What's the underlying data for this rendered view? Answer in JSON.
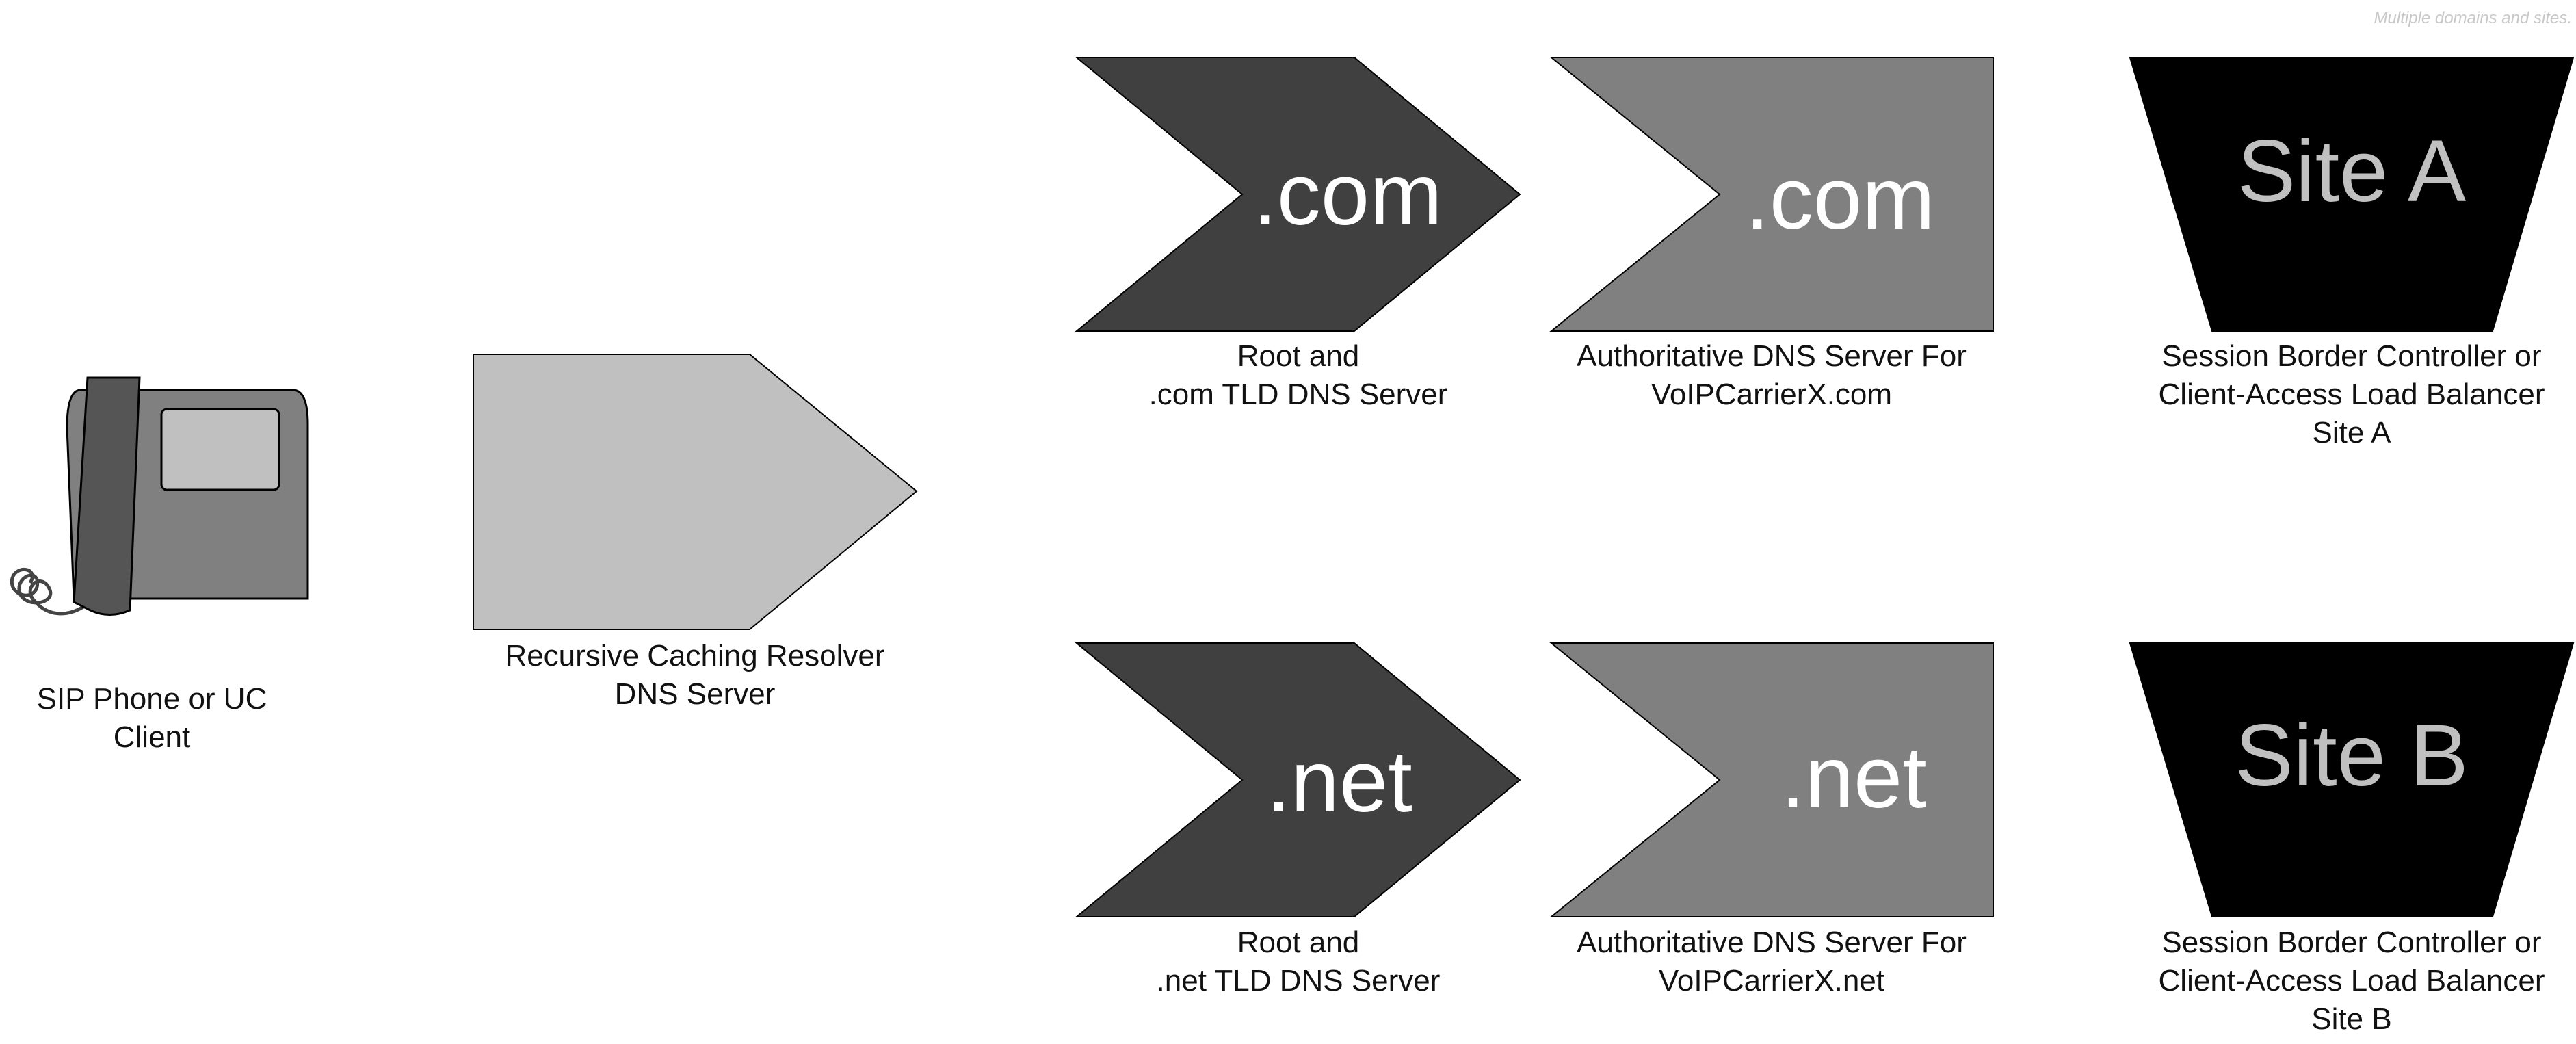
{
  "caption": "Multiple domains and sites.",
  "colors": {
    "tld_server": "#404040",
    "authoritative_server": "#808080",
    "resolver": "#c0c0c0",
    "site": "#000000",
    "phone_body": "#808080",
    "phone_screen": "#c0c0c0",
    "phone_handset": "#555555",
    "shape_text_light": "#ffffff",
    "shape_text_site": "#c0c0c0"
  },
  "phone": {
    "icon": "desk-phone-icon",
    "label_lines": [
      "SIP Phone or UC",
      "Client"
    ]
  },
  "resolver": {
    "label_lines": [
      "Recursive Caching Resolver",
      "DNS Server"
    ]
  },
  "tld_com": {
    "text": ".com",
    "label_lines": [
      "Root and",
      ".com TLD DNS Server"
    ]
  },
  "tld_net": {
    "text": ".net",
    "label_lines": [
      "Root and",
      ".net TLD DNS Server"
    ]
  },
  "auth_com": {
    "text": ".com",
    "label_lines": [
      "Authoritative DNS Server For",
      "VoIPCarrierX.com"
    ]
  },
  "auth_net": {
    "text": ".net",
    "label_lines": [
      "Authoritative DNS Server For",
      "VoIPCarrierX.net"
    ]
  },
  "site_a": {
    "text": "Site A",
    "label_lines": [
      "Session Border Controller or",
      "Client-Access Load Balancer",
      "Site A"
    ]
  },
  "site_b": {
    "text": "Site B",
    "label_lines": [
      "Session Border Controller or",
      "Client-Access Load Balancer",
      "Site B"
    ]
  }
}
